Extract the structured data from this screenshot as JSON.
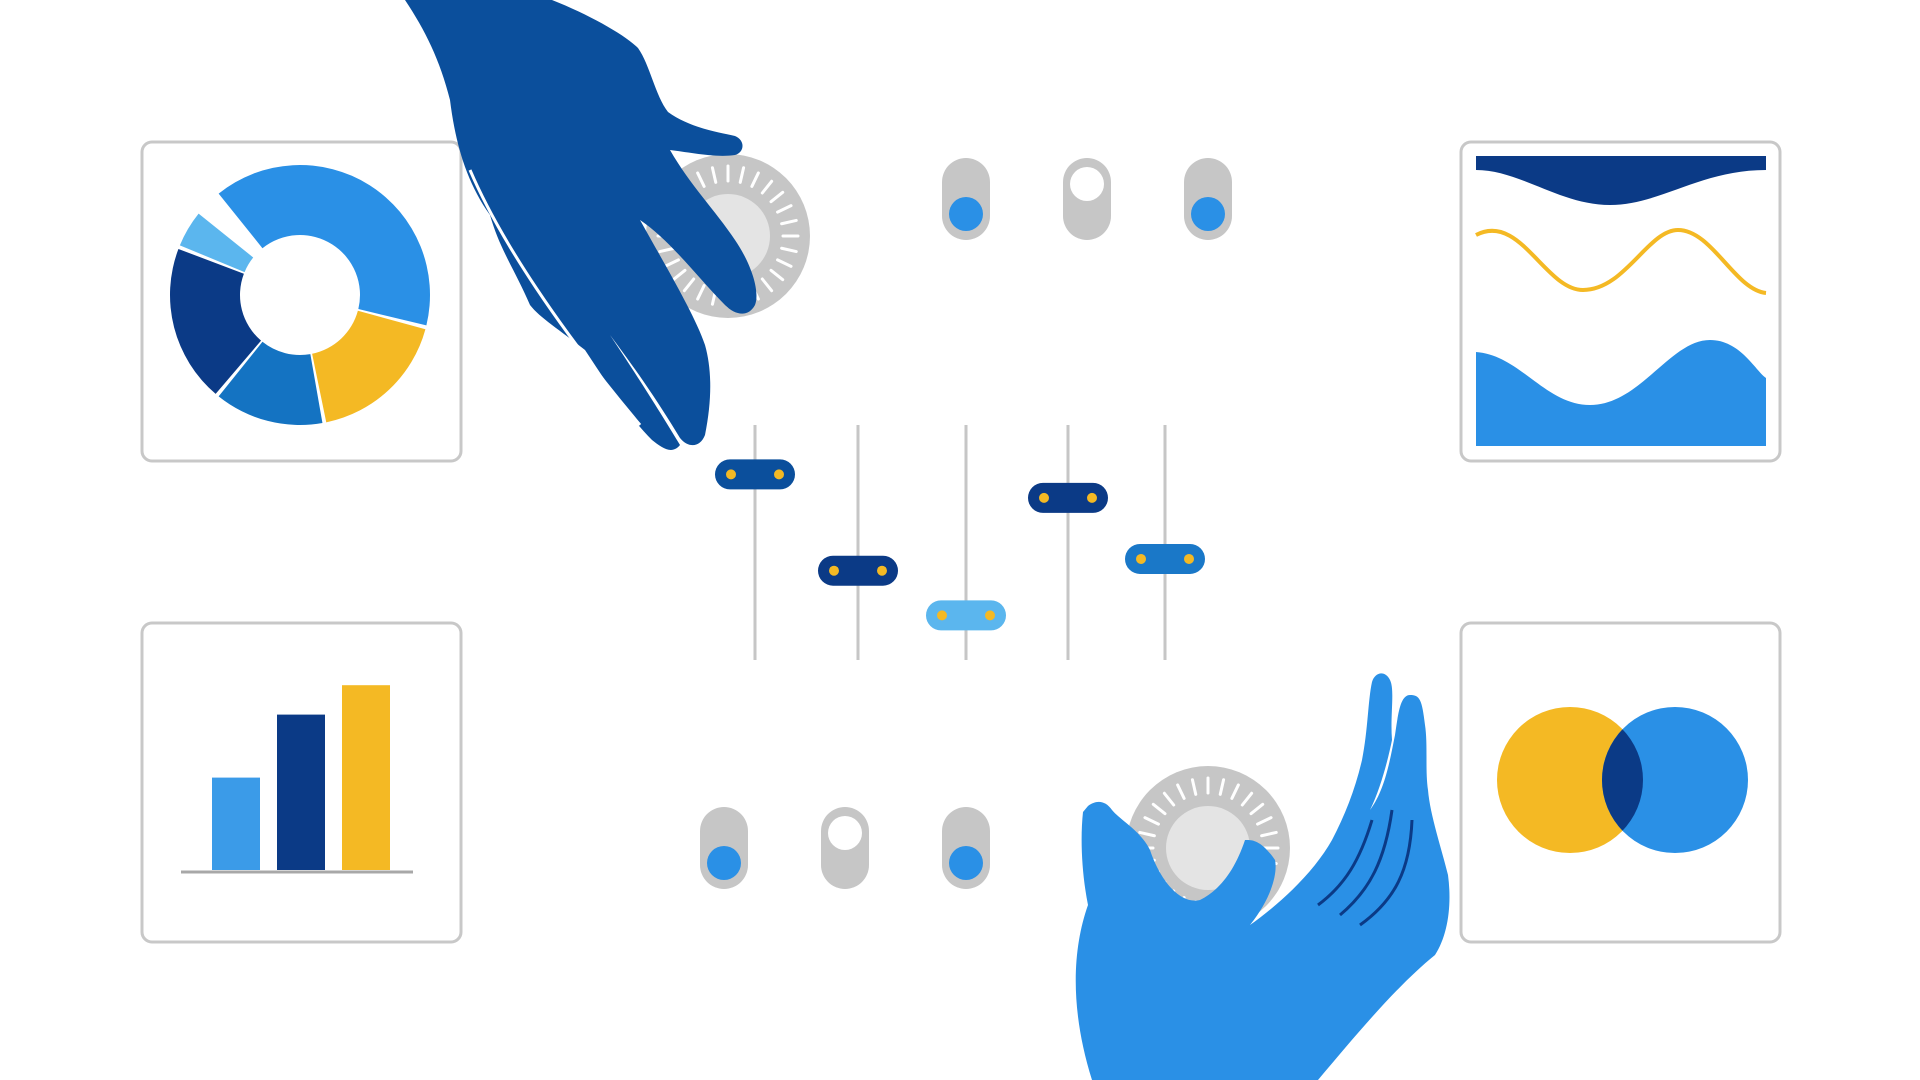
{
  "colors": {
    "navy": "#0b3a86",
    "dark_blue": "#0b4f9c",
    "mid_blue": "#1f8be0",
    "bright_blue": "#2a90e6",
    "light_blue": "#5bb6ee",
    "yellow": "#f4b924",
    "light_yellow": "#f8d775",
    "gray": "#c6c6c6",
    "light_gray": "#e4e4e4",
    "frame": "#c8c8c8"
  },
  "icons": {
    "top_hand": "hand-reaching-down-icon",
    "bottom_hand": "hand-reaching-up-icon",
    "knob": "dial-knob-icon",
    "toggle": "toggle-switch-icon"
  },
  "toggles_top": [
    {
      "on": true
    },
    {
      "on": false
    },
    {
      "on": true
    }
  ],
  "toggles_bottom": [
    {
      "on": true
    },
    {
      "on": false
    },
    {
      "on": true
    }
  ],
  "sliders": [
    {
      "level": 0.79,
      "color": "#0b4f9c"
    },
    {
      "level": 0.38,
      "color": "#0b3a86"
    },
    {
      "level": 0.19,
      "color": "#5bb6ee"
    },
    {
      "level": 0.69,
      "color": "#0b3a86"
    },
    {
      "level": 0.43,
      "color": "#1a78c8"
    }
  ],
  "panels": {
    "donut": {
      "segments": [
        {
          "fraction": 0.4,
          "color": "#2a90e6"
        },
        {
          "fraction": 0.18,
          "color": "#f4b924"
        },
        {
          "fraction": 0.14,
          "color": "#1473c2"
        },
        {
          "fraction": 0.2,
          "color": "#0b3a86"
        },
        {
          "fraction": 0.05,
          "color": "#5bb6ee"
        }
      ]
    },
    "bars": {
      "values": [
        0.44,
        0.74,
        0.88
      ],
      "colors": [
        "#3b9be8",
        "#0b3a86",
        "#f4b924"
      ]
    },
    "waves": {
      "colors": [
        "#0b3a86",
        "#f4b924",
        "#2a90e6"
      ]
    },
    "venn": {
      "colors": [
        "#f4b924",
        "#2a90e6",
        "#0b3a86"
      ]
    }
  }
}
